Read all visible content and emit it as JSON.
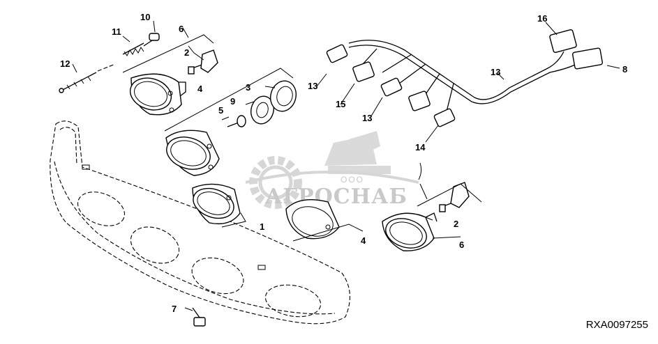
{
  "diagram": {
    "reference_code": "RXA0097255",
    "watermark": {
      "company_prefix": "ООО",
      "company_name": "АГРОСНАБ"
    },
    "callouts": [
      {
        "id": "c1",
        "label": "1"
      },
      {
        "id": "c2a",
        "label": "2"
      },
      {
        "id": "c2b",
        "label": "2"
      },
      {
        "id": "c3",
        "label": "3"
      },
      {
        "id": "c4a",
        "label": "4"
      },
      {
        "id": "c4b",
        "label": "4"
      },
      {
        "id": "c5",
        "label": "5"
      },
      {
        "id": "c6a",
        "label": "6"
      },
      {
        "id": "c6b",
        "label": "6"
      },
      {
        "id": "c7",
        "label": "7"
      },
      {
        "id": "c8",
        "label": "8"
      },
      {
        "id": "c9",
        "label": "9"
      },
      {
        "id": "c10",
        "label": "10"
      },
      {
        "id": "c11",
        "label": "11"
      },
      {
        "id": "c12",
        "label": "12"
      },
      {
        "id": "c13a",
        "label": "13"
      },
      {
        "id": "c13b",
        "label": "13"
      },
      {
        "id": "c13c",
        "label": "13"
      },
      {
        "id": "c14",
        "label": "14"
      },
      {
        "id": "c15",
        "label": "15"
      },
      {
        "id": "c16",
        "label": "16"
      }
    ]
  }
}
